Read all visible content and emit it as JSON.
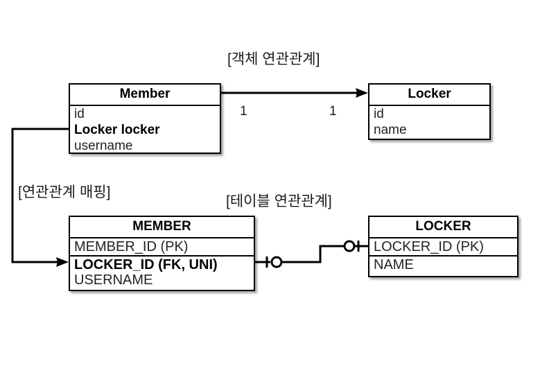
{
  "diagram": {
    "captions": {
      "object_relation": "[객체 연관관계]",
      "table_relation": "[테이블 연관관계]",
      "mapping": "[연관관계 매핑]"
    },
    "multiplicity": {
      "source": "1",
      "target": "1"
    },
    "entities": {
      "member_object": {
        "title": "Member",
        "fields": [
          {
            "label": "id",
            "bold": false
          },
          {
            "label": "Locker locker",
            "bold": true
          },
          {
            "label": "username",
            "bold": false
          }
        ]
      },
      "locker_object": {
        "title": "Locker",
        "fields": [
          {
            "label": "id",
            "bold": false
          },
          {
            "label": "name",
            "bold": false
          }
        ]
      },
      "member_table": {
        "title": "MEMBER",
        "fields": [
          {
            "label": "MEMBER_ID (PK)",
            "bold": false
          },
          {
            "label": "LOCKER_ID (FK, UNI)",
            "bold": true
          },
          {
            "label": "USERNAME",
            "bold": false
          }
        ]
      },
      "locker_table": {
        "title": "LOCKER",
        "fields": [
          {
            "label": "LOCKER_ID (PK)",
            "bold": false
          },
          {
            "label": "NAME",
            "bold": false
          }
        ]
      }
    },
    "colors": {
      "stroke": "#000000",
      "background": "#ffffff",
      "text": "#1a1a1a"
    }
  }
}
